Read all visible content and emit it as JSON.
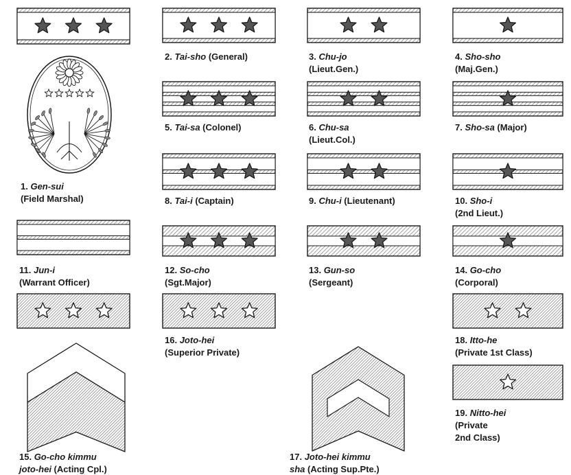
{
  "insignia": [
    {
      "id": 1,
      "number": "1.",
      "name": "Gen-sui",
      "rest": "",
      "lines": [
        "(Field Marshal)"
      ],
      "design": "crest"
    },
    {
      "id": 2,
      "number": "2.",
      "name": "Tai-sho",
      "rest": " (General)",
      "lines": [],
      "design": "officer",
      "stripes": 0,
      "stars": 3
    },
    {
      "id": 3,
      "number": "3.",
      "name": "Chu-jo",
      "rest": "",
      "lines": [
        "(Lieut.Gen.)"
      ],
      "design": "officer",
      "stripes": 0,
      "stars": 2
    },
    {
      "id": 4,
      "number": "4.",
      "name": "Sho-sho",
      "rest": "",
      "lines": [
        "(Maj.Gen.)"
      ],
      "design": "officer",
      "stripes": 0,
      "stars": 1
    },
    {
      "id": 5,
      "number": "5.",
      "name": "Tai-sa",
      "rest": " (Colonel)",
      "lines": [],
      "design": "officer",
      "stripes": 2,
      "stars": 3
    },
    {
      "id": 6,
      "number": "6.",
      "name": "Chu-sa",
      "rest": "",
      "lines": [
        "(Lieut.Col.)"
      ],
      "design": "officer",
      "stripes": 2,
      "stars": 2
    },
    {
      "id": 7,
      "number": "7.",
      "name": "Sho-sa",
      "rest": " (Major)",
      "lines": [],
      "design": "officer",
      "stripes": 2,
      "stars": 1
    },
    {
      "id": 8,
      "number": "8.",
      "name": "Tai-i",
      "rest": " (Captain)",
      "lines": [],
      "design": "officer",
      "stripes": 1,
      "stars": 3
    },
    {
      "id": 9,
      "number": "9.",
      "name": "Chu-i",
      "rest": " (Lieutenant)",
      "lines": [],
      "design": "officer",
      "stripes": 1,
      "stars": 2
    },
    {
      "id": 10,
      "number": "10.",
      "name": "Sho-i",
      "rest": "",
      "lines": [
        "(2nd Lieut.)"
      ],
      "design": "officer",
      "stripes": 1,
      "stars": 1
    },
    {
      "id": 11,
      "number": "11.",
      "name": "Jun-i",
      "rest": "",
      "lines": [
        "(Warrant Officer)"
      ],
      "design": "officer",
      "stripes": 1,
      "stars": 0
    },
    {
      "id": 12,
      "number": "12.",
      "name": "So-cho",
      "rest": "",
      "lines": [
        "(Sgt.Major)"
      ],
      "design": "nco",
      "stars": 3
    },
    {
      "id": 13,
      "number": "13.",
      "name": "Gun-so",
      "rest": "",
      "lines": [
        "(Sergeant)"
      ],
      "design": "nco",
      "stars": 2
    },
    {
      "id": 14,
      "number": "14.",
      "name": "Go-cho",
      "rest": "",
      "lines": [
        "(Corporal)"
      ],
      "design": "nco",
      "stars": 1
    },
    {
      "id": 15,
      "number": "15.",
      "name": "Go-cho kimmu",
      "rest": "",
      "lines": [
        "joto-hei (Acting Cpl.)"
      ],
      "design": "chevron"
    },
    {
      "id": 16,
      "number": "16.",
      "name": "Joto-hei",
      "rest": "",
      "lines": [
        "(Superior Private)"
      ],
      "design": "private",
      "stars": 3
    },
    {
      "id": 17,
      "number": "17.",
      "name": "Joto-hei kimmu",
      "rest": "",
      "lines": [
        "sha (Acting Sup.Pte.)"
      ],
      "design": "chevron"
    },
    {
      "id": 18,
      "number": "18.",
      "name": "Itto-he",
      "rest": "",
      "lines": [
        "(Private 1st Class)"
      ],
      "design": "private",
      "stars": 2
    },
    {
      "id": 19,
      "number": "19.",
      "name": "Nitto-hei",
      "rest": "",
      "lines": [
        "(Private",
        "2nd Class)"
      ],
      "design": "private",
      "stars": 1
    },
    {
      "id": 20,
      "number": "",
      "name": "",
      "rest": "",
      "lines": [],
      "design": "private",
      "stars": 3
    }
  ],
  "colors": {
    "ink": "#1a1a1a",
    "hatch": "#8a8a8a",
    "paper": "#ffffff",
    "star_fill": "#555555"
  }
}
